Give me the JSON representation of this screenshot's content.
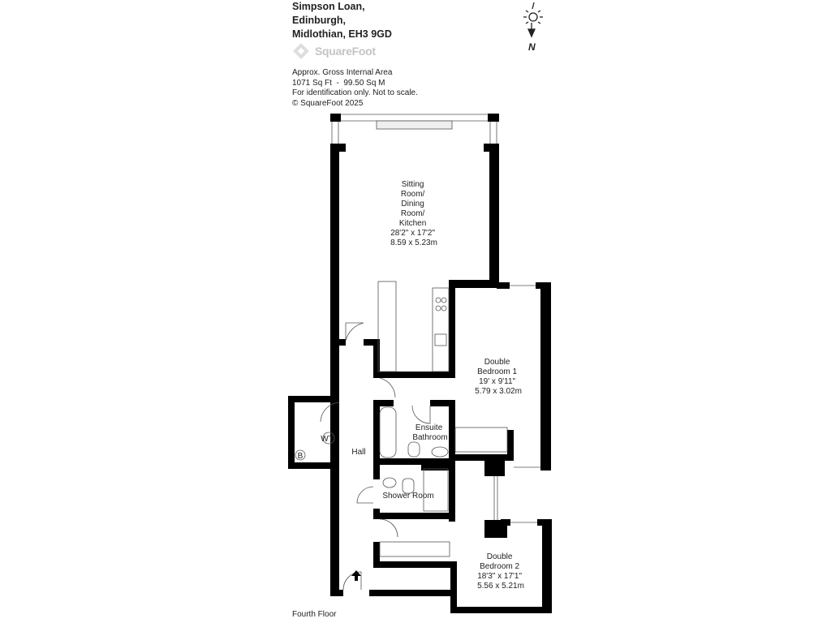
{
  "address": {
    "line1": "Simpson Loan,",
    "line2": "Edinburgh,",
    "line3": "Midlothian, EH3 9GD"
  },
  "logo": {
    "text": "SquareFoot"
  },
  "info": {
    "line1": "Approx. Gross Internal Area",
    "line2": "1071 Sq Ft  -  99.50 Sq M",
    "line3": "For identification only. Not to scale.",
    "line4": "© SquareFoot 2025"
  },
  "compass": {
    "label": "N",
    "icon": "sun-compass-icon"
  },
  "rooms": {
    "sitting": {
      "l1": "Sitting",
      "l2": "Room/",
      "l3": "Dining",
      "l4": "Room/",
      "l5": "Kitchen",
      "imperial": "28'2\" x 17'2\"",
      "metric": "8.59 x 5.23m"
    },
    "bed1": {
      "l1": "Double",
      "l2": "Bedroom 1",
      "imperial": "19' x 9'11\"",
      "metric": "5.79 x 3.02m"
    },
    "bed2": {
      "l1": "Double",
      "l2": "Bedroom 2",
      "imperial": "18'3\" x 17'1\"",
      "metric": "5.56 x 5.21m"
    },
    "ensuite": {
      "l1": "Ensuite",
      "l2": "Bathroom"
    },
    "shower": {
      "label": "Shower Room"
    },
    "hall": {
      "label": "Hall"
    },
    "wt": {
      "label": "WT"
    },
    "boiler": {
      "label": "B"
    }
  },
  "floor_label": "Fourth Floor",
  "colors": {
    "wall": "#000000",
    "text": "#222222",
    "logo": "#c4c4c4"
  }
}
